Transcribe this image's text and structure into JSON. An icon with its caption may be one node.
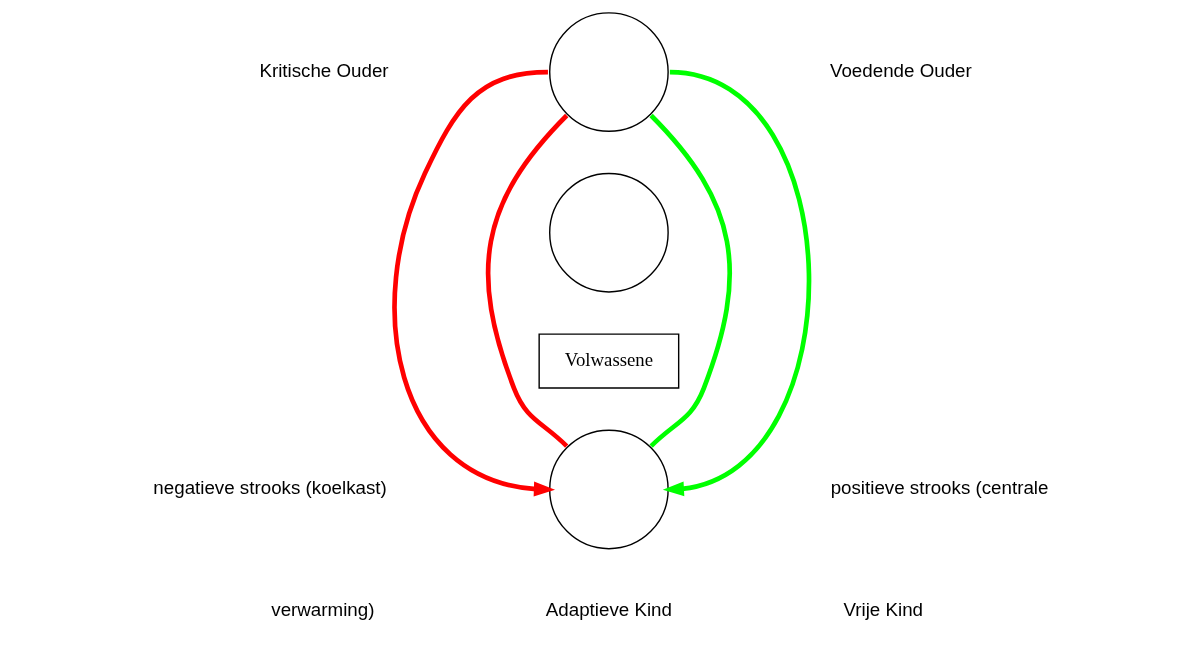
{
  "diagram": {
    "nodes": [
      {
        "text": [],
        "shape": "circle"
      },
      {
        "text": [],
        "shape": "circle"
      },
      {
        "text": [
          "Volwassene"
        ]
      },
      {
        "text": [],
        "shape": "circle"
      }
    ],
    "edges": [
      {
        "from": 0,
        "to": 3,
        "arrow": "to",
        "color": "#ff0000"
      },
      {
        "from": 0,
        "to": 3,
        "arrow": "none",
        "color": "#ff0000"
      },
      {
        "from": 0,
        "to": 3,
        "arrow": "none",
        "color": "#00ff00"
      },
      {
        "from": 0,
        "to": 3,
        "arrow": "to",
        "color": "#00ff00"
      }
    ],
    "labels": [
      "Kritische Ouder",
      "Voedende Ouder",
      "negatieve strooks (koelkast)",
      "positieve strooks (centrale",
      "verwarming)",
      "Adaptieve Kind",
      "Vrije Kind"
    ]
  }
}
